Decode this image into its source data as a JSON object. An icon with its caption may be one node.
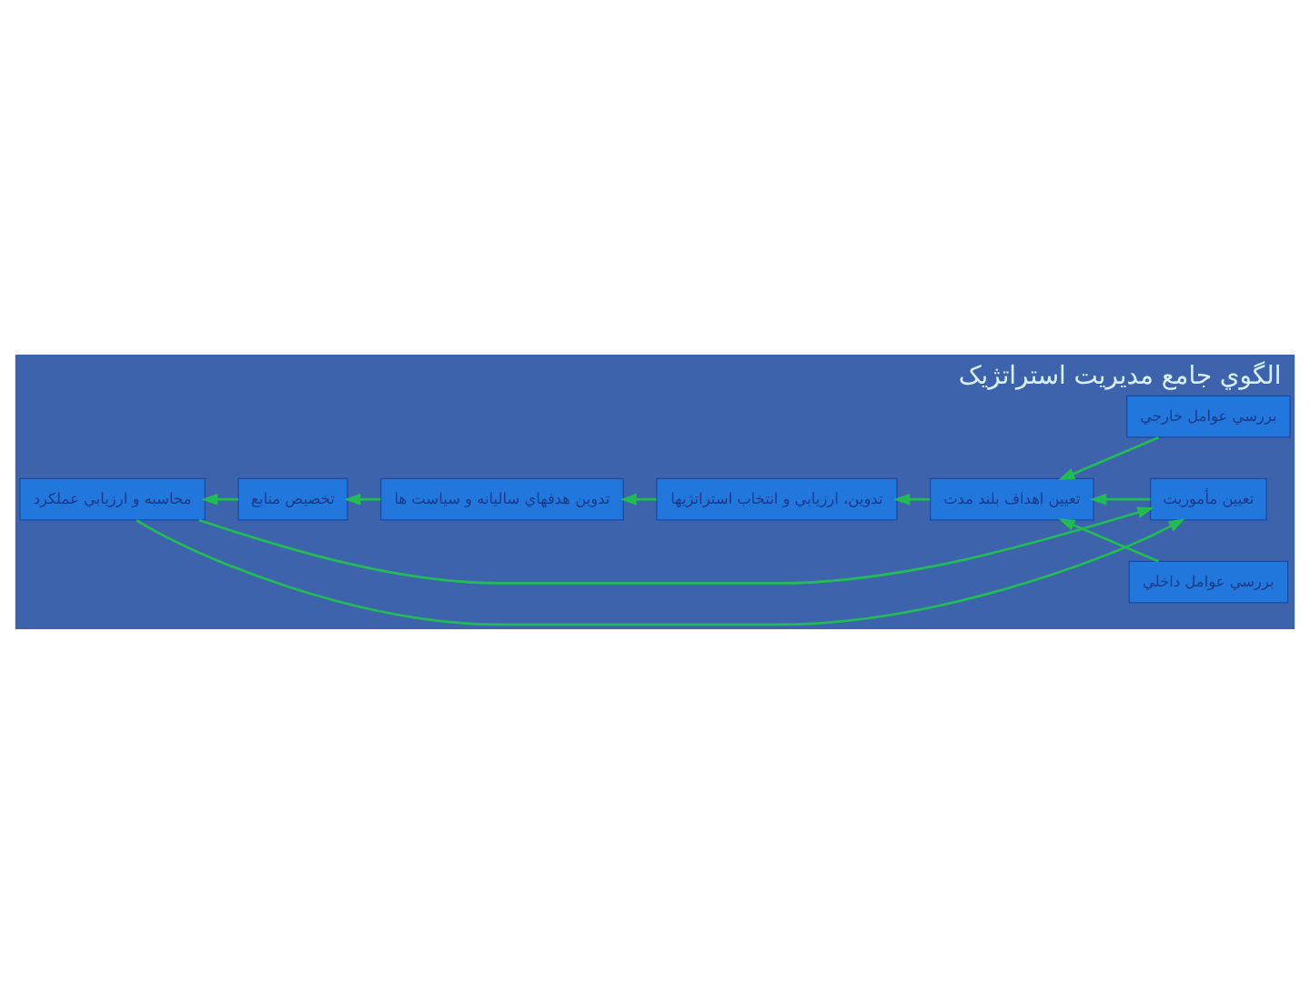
{
  "diagram": {
    "title": "الگوي جامع مديريت استراتژيک",
    "nodes": [
      {
        "text": [
          "بررسي عوامل خارجي"
        ]
      },
      {
        "text": [
          "تعيين مأموريت"
        ]
      },
      {
        "text": [
          "تعيين اهداف بلند مدت"
        ]
      },
      {
        "text": [
          "تدوين، ارزيابي و انتخاب استراتژيها"
        ]
      },
      {
        "text": [
          "تدوين هدفهاي ساليانه و سياست ها"
        ]
      },
      {
        "text": [
          "تخصيص منابع"
        ]
      },
      {
        "text": [
          "محاسبه و ارزيابي عملکرد"
        ]
      },
      {
        "text": [
          "بررسي عوامل داخلي"
        ]
      }
    ],
    "edges": [
      {
        "from": 0,
        "to": 2,
        "arrow": "to"
      },
      {
        "from": 1,
        "to": 2,
        "arrow": "to"
      },
      {
        "from": 7,
        "to": 2,
        "arrow": "to"
      },
      {
        "from": 2,
        "to": 3,
        "arrow": "to"
      },
      {
        "from": 3,
        "to": 4,
        "arrow": "to"
      },
      {
        "from": 4,
        "to": 5,
        "arrow": "to"
      },
      {
        "from": 5,
        "to": 6,
        "arrow": "to"
      },
      {
        "from": 6,
        "to": 1,
        "arrow": "to"
      },
      {
        "from": 6,
        "to": 1,
        "arrow": "to"
      }
    ]
  }
}
